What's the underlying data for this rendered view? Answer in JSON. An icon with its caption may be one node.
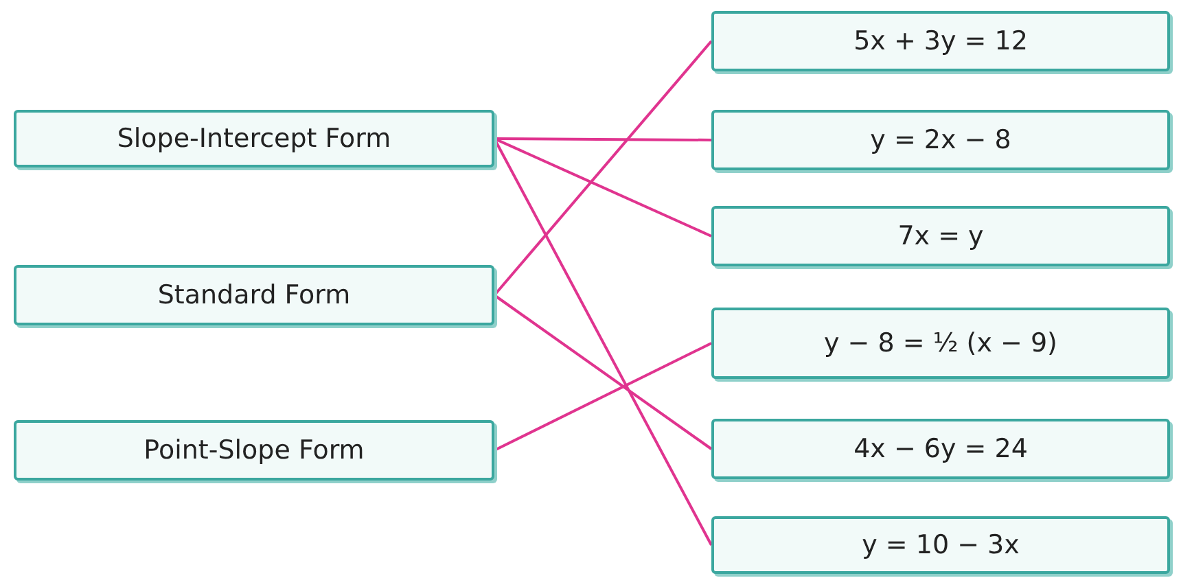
{
  "diagram": {
    "nodes": [
      {
        "text": [
          "Slope-Intercept Form"
        ]
      },
      {
        "text": [
          "Standard Form"
        ]
      },
      {
        "text": [
          "Point-Slope Form"
        ]
      },
      {
        "text": [
          "5x + 3y = 12"
        ]
      },
      {
        "text": [
          "y = 2x − 8"
        ]
      },
      {
        "text": [
          "7x = y"
        ]
      },
      {
        "text": [
          "y − 8 = ½ (x − 9)"
        ]
      },
      {
        "text": [
          "4x − 6y = 24"
        ]
      },
      {
        "text": [
          "y = 10 − 3x"
        ]
      }
    ],
    "edges": [
      {
        "from": 0,
        "to": 4,
        "arrow": "none"
      },
      {
        "from": 0,
        "to": 5,
        "arrow": "none"
      },
      {
        "from": 0,
        "to": 8,
        "arrow": "none"
      },
      {
        "from": 1,
        "to": 3,
        "arrow": "none"
      },
      {
        "from": 1,
        "to": 7,
        "arrow": "none"
      },
      {
        "from": 2,
        "to": 6,
        "arrow": "none"
      }
    ]
  }
}
